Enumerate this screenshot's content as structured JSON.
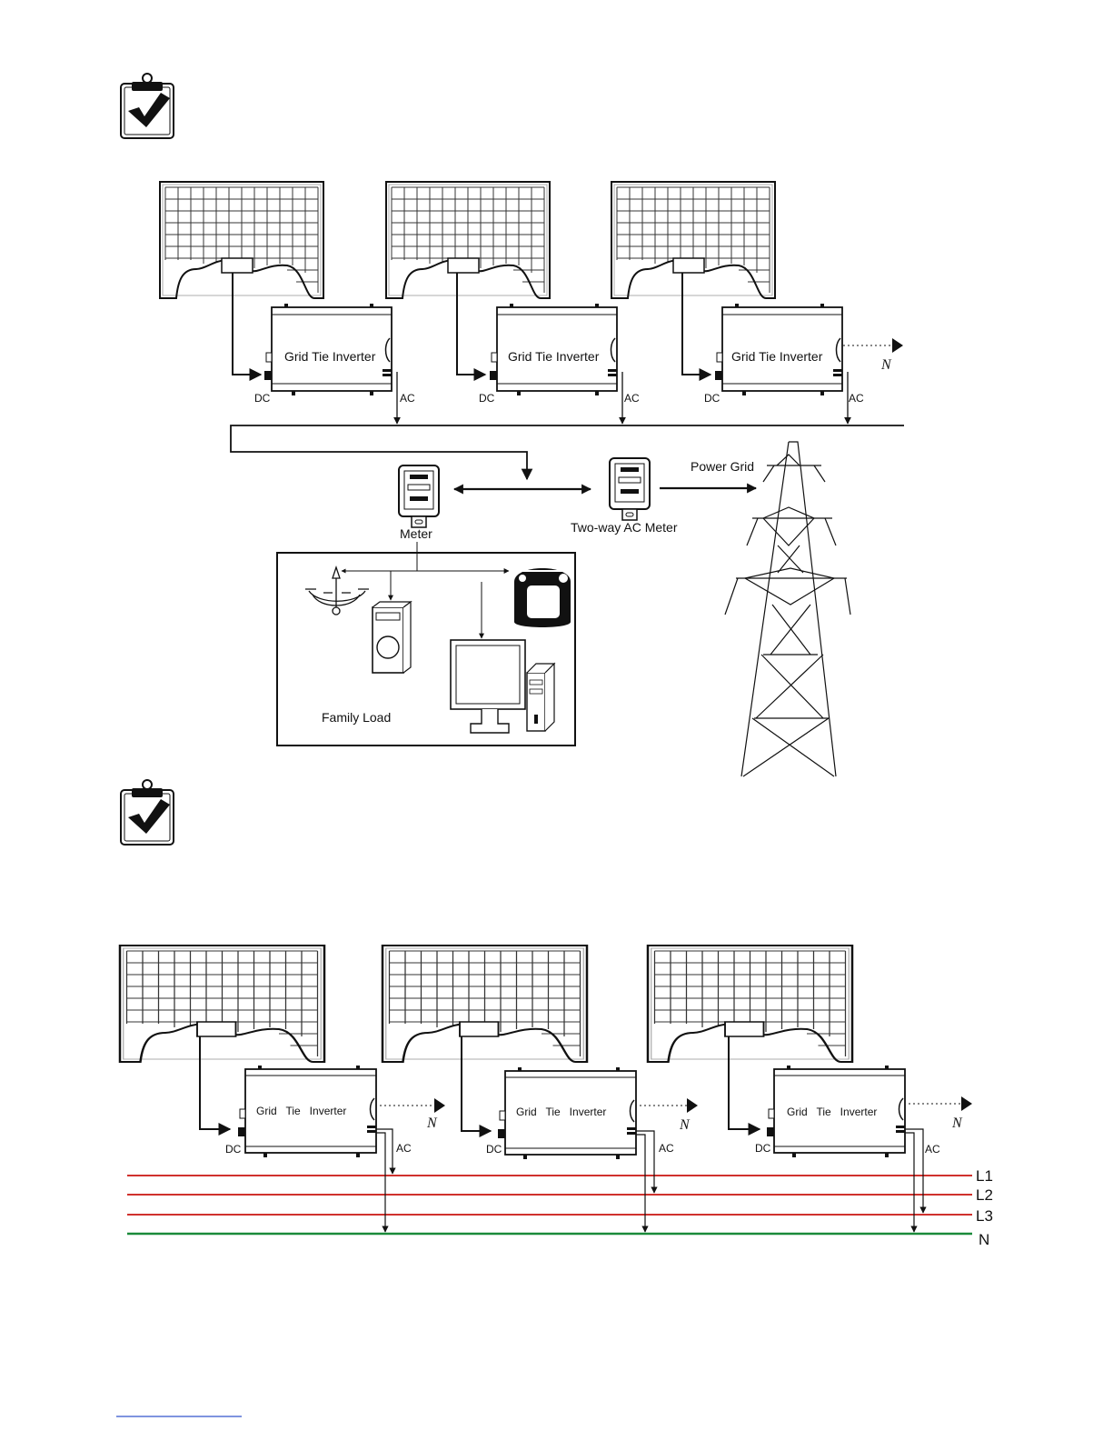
{
  "diagram1": {
    "inverter_label": "Grid Tie Inverter",
    "dc_label": "DC",
    "ac_label": "AC",
    "neutral_label": "N",
    "meter_label": "Meter",
    "two_way_meter_label": "Two-way AC Meter",
    "power_grid_label": "Power Grid",
    "family_load_label": "Family Load"
  },
  "diagram2": {
    "inverter_label": "Grid   Tie   Inverter",
    "dc_label": "DC",
    "ac_label": "AC",
    "neutral_label": "N",
    "bus_lines": [
      {
        "label": "L1",
        "color": "#d0312d"
      },
      {
        "label": "L2",
        "color": "#d0312d"
      },
      {
        "label": "L3",
        "color": "#d0312d"
      },
      {
        "label": "N",
        "color": "#1a8a3a"
      }
    ]
  },
  "colors": {
    "line": "#111111",
    "phase": "#d0312d",
    "neutral": "#1a8a3a",
    "footer_rule": "#3355cc"
  },
  "icons": [
    "clipboard-check-icon",
    "solar-panel-icon",
    "inverter-icon",
    "meter-icon",
    "power-tower-icon",
    "chandelier-icon",
    "speaker-icon",
    "rice-cooker-icon",
    "computer-icon"
  ]
}
